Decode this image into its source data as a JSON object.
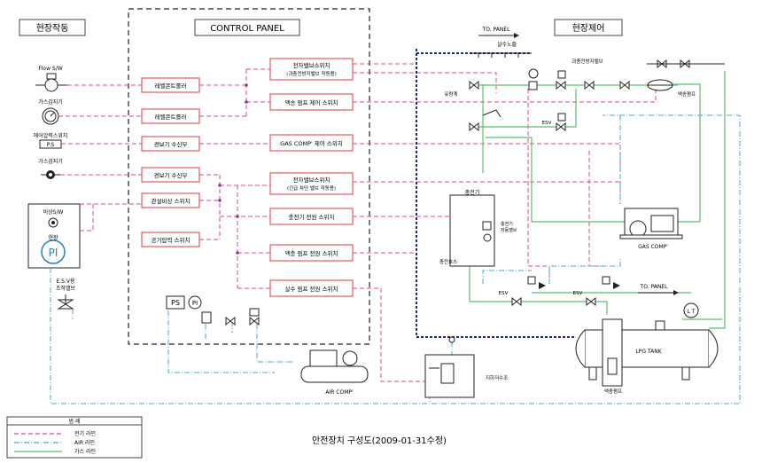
{
  "headers": {
    "left": "현장작동",
    "center": "CONTROL PANEL",
    "right": "현장제어"
  },
  "field_devices": {
    "flow_sw": "Flow S/W",
    "gas_detector_recv": "가스감지기",
    "air_pressure_sw": "에어압력스위치",
    "ps": "P.S",
    "gas_detector": "가스검지기",
    "emergency_sw": "비상S/W",
    "gauge_label": "현장",
    "pi": "PI",
    "esv_manual": "E.S.V용\n조작밸브"
  },
  "panel_left_boxes": [
    "레벨콘트롤러",
    "레벨콘트롤러",
    "경보기 수신부",
    "경보기 수신부",
    "관설비상 스위치",
    "공기압력 스위치"
  ],
  "panel_right_boxes": [
    {
      "line1": "전자밸브스위치",
      "line2": "(과충전방지밸브 작동용)"
    },
    {
      "line1": "액송 펌프 제어 스위치",
      "line2": ""
    },
    {
      "line1": "GAS COMP' 제어 스위치",
      "line2": ""
    },
    {
      "line1": "전자밸브스위치",
      "line2": "(긴급 차단 밸브 작동용)"
    },
    {
      "line1": "충전기 전원 스위치",
      "line2": ""
    },
    {
      "line1": "액충 펌프 전원 스위치",
      "line2": ""
    },
    {
      "line1": "살수 펌프 전원 스위치",
      "line2": ""
    }
  ],
  "right_labels": {
    "to_panel_top": "TO. PANEL",
    "spray_nozzle": "살수노즐",
    "overfill_valve": "과충전방지밸브",
    "flow_meter": "유량계",
    "transfer_pump": "액송펌프",
    "esv_1": "ESV",
    "esv_2": "ESV",
    "esv_3": "ESV",
    "charger": "충전기",
    "charger_internal": "충전기\n자동밸브",
    "charge_hose": "충전호스",
    "gas_comp": "GAS COMP'",
    "to_panel_mid": "TO. PANEL",
    "lt": "L T",
    "lpg_tank": "LPG TANK",
    "liquid_pump": "액충펌프",
    "water_tank": "지하저수조",
    "air_comp": "AIR COMP'",
    "ps": "PS",
    "pi": "PI"
  },
  "legend": {
    "title": "범 례",
    "items": [
      {
        "label": "전기 라인",
        "color": "#d9488a"
      },
      {
        "label": "AIR 라인",
        "color": "#4aa7c4"
      },
      {
        "label": "가스 라인",
        "color": "#5cbf6a"
      }
    ]
  },
  "caption": "안전장치 구성도(2009-01-31수정)"
}
